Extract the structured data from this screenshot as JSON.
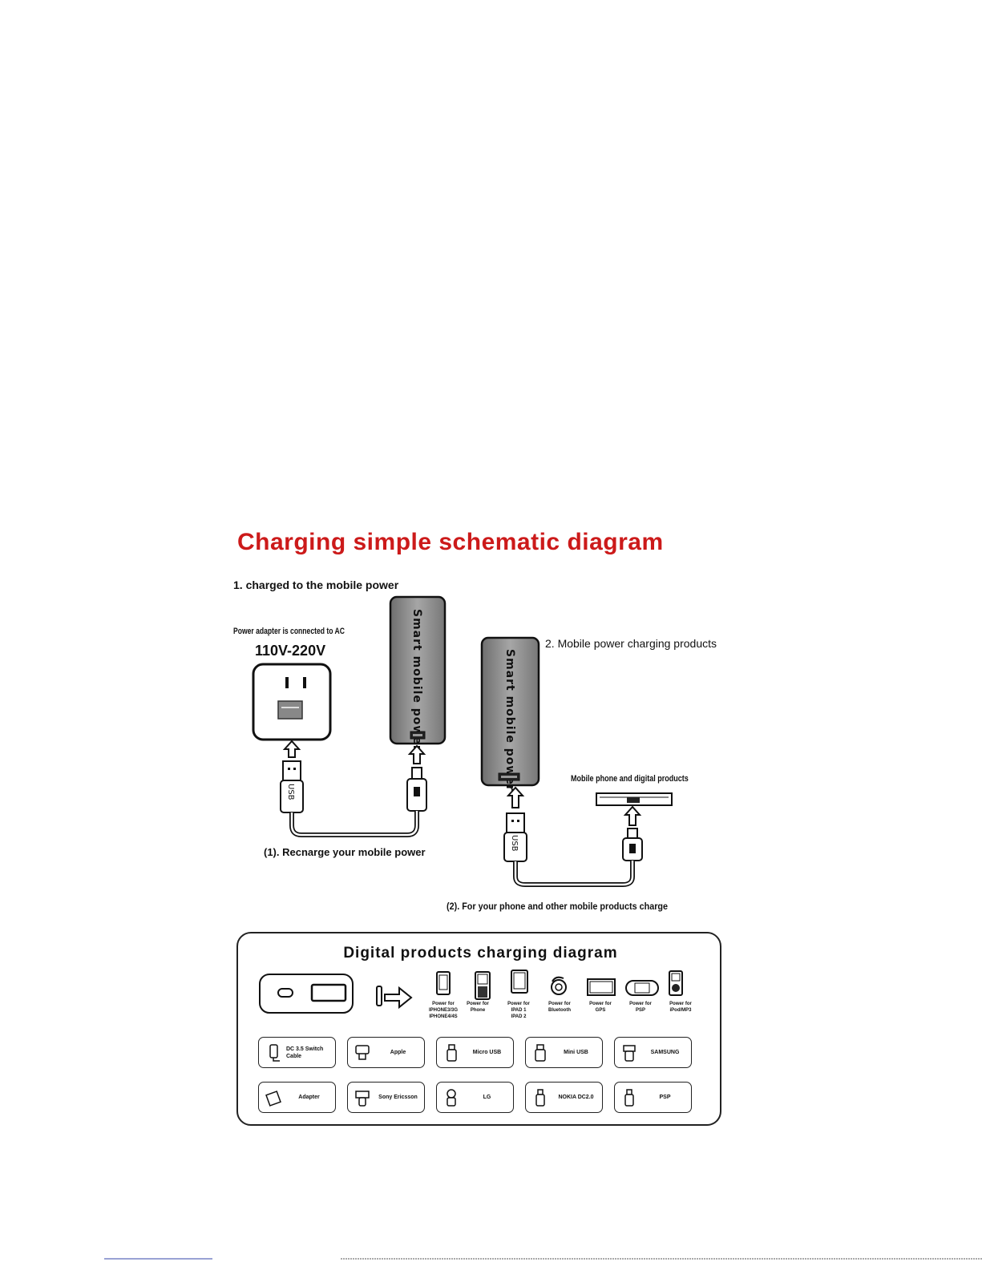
{
  "title": "Charging simple schematic diagram",
  "section1": {
    "heading": "1. charged to the mobile power",
    "adapter_note": "Power adapter is connected to AC",
    "voltage": "110V-220V",
    "powerbank_label": "Smart mobile power",
    "usb_label": "USB",
    "caption": "(1). Recnarge your mobile power"
  },
  "section2": {
    "heading": "2. Mobile power charging products",
    "powerbank_label": "Smart mobile power",
    "devices_note": "Mobile phone and digital products",
    "usb_label": "USB",
    "caption": "(2). For your phone and other mobile products charge"
  },
  "digital_box": {
    "title": "Digital products charging diagram",
    "devices": [
      {
        "icon": "iphone-icon",
        "lines": [
          "Power for",
          "IPHONE3/3G",
          "IPHONE4/4S"
        ]
      },
      {
        "icon": "phone-icon",
        "lines": [
          "Power for",
          "Phone"
        ]
      },
      {
        "icon": "ipad-icon",
        "lines": [
          "Power for",
          "IPAD 1",
          "IPAD 2"
        ]
      },
      {
        "icon": "bluetooth-headset-icon",
        "lines": [
          "Power for",
          "Bluetooth"
        ]
      },
      {
        "icon": "gps-icon",
        "lines": [
          "Power for",
          "GPS"
        ]
      },
      {
        "icon": "psp-icon",
        "lines": [
          "Power for",
          "PSP"
        ]
      },
      {
        "icon": "ipod-icon",
        "lines": [
          "Power for",
          "iPod/MP3"
        ]
      }
    ],
    "connectors": [
      {
        "icon": "dc-cable-icon",
        "label": "DC 3.5 Switch Cable"
      },
      {
        "icon": "apple-connector-icon",
        "label": "Apple"
      },
      {
        "icon": "micro-usb-icon",
        "label": "Micro USB"
      },
      {
        "icon": "mini-usb-icon",
        "label": "Mini USB"
      },
      {
        "icon": "samsung-connector-icon",
        "label": "SAMSUNG"
      },
      {
        "icon": "adapter-icon",
        "label": "Adapter"
      },
      {
        "icon": "sony-ericsson-connector-icon",
        "label": "Sony Ericsson"
      },
      {
        "icon": "lg-connector-icon",
        "label": "LG"
      },
      {
        "icon": "nokia-connector-icon",
        "label": "NOKIA DC2.0"
      },
      {
        "icon": "psp-connector-icon",
        "label": "PSP"
      }
    ]
  },
  "colors": {
    "title": "#cc1a1a",
    "powerbank": "#8a8a8a",
    "line": "#222222"
  }
}
